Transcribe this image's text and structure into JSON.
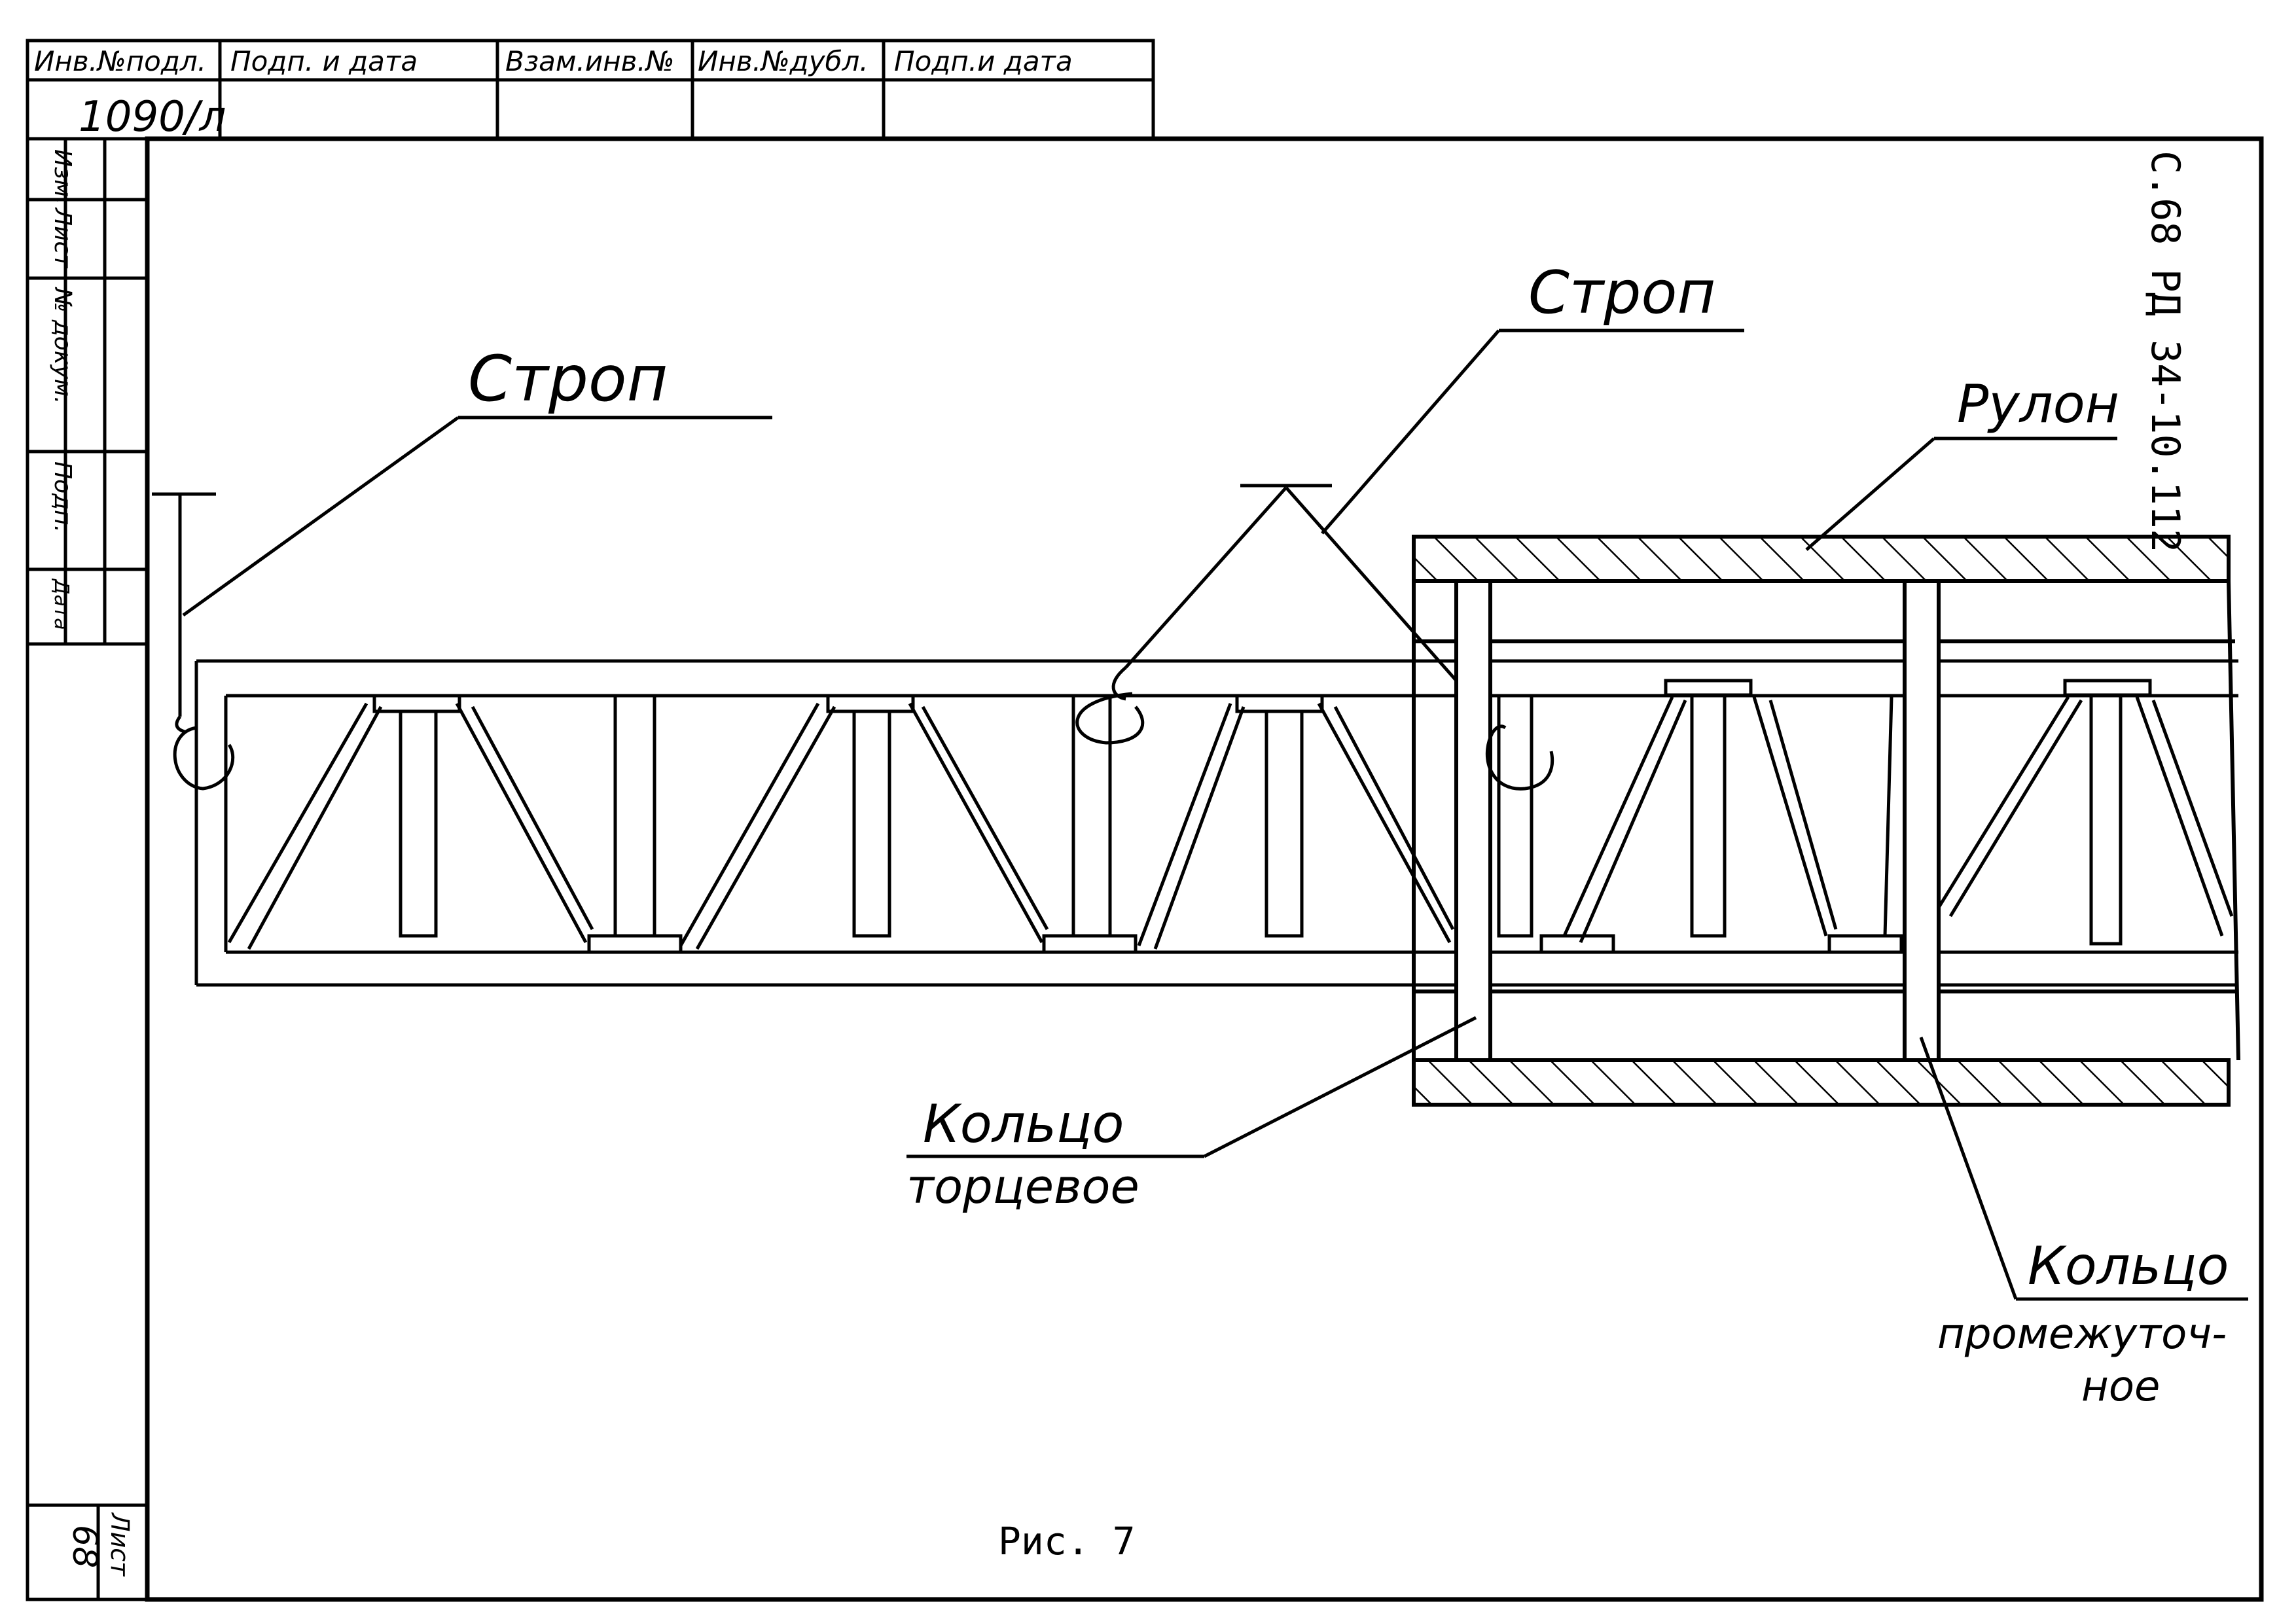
{
  "stamp": {
    "headers": [
      "Инв.№подл.",
      "Подп. и дата",
      "Взам.инв.№",
      "Инв.№дубл.",
      "Подп.и дата"
    ],
    "inventory_number": "1090/л"
  },
  "revision_column": {
    "labels": [
      "Изм.",
      "Лист",
      "№ докум.",
      "Подп.",
      "Дата"
    ]
  },
  "sheet_cell": {
    "label": "Лист",
    "number": "68"
  },
  "document_code": "С.68 РД 34-10.112",
  "labels": {
    "strop_left": "Строп",
    "strop_right": "Строп",
    "roll": "Рулон",
    "end_ring_line1": "Кольцо",
    "end_ring_line2": "торцевое",
    "mid_ring_line1": "Кольцо",
    "mid_ring_line2": "промежуточ-",
    "mid_ring_line3": "ное"
  },
  "caption": "Рис. 7"
}
